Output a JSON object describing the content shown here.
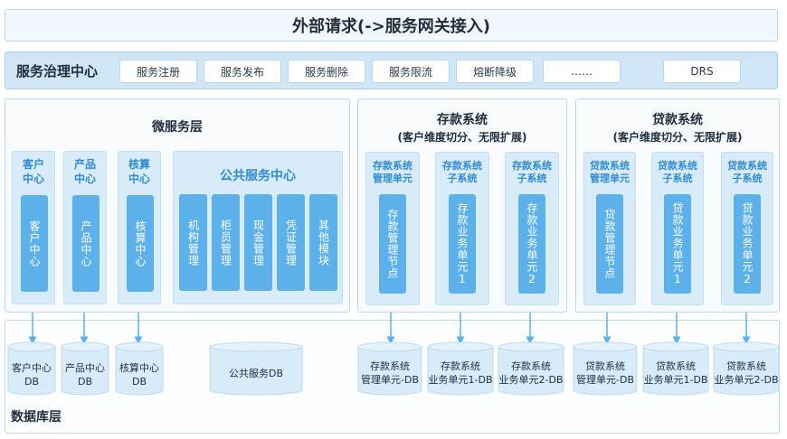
{
  "request_banner": "外部请求(->服务网关接入)",
  "governance": {
    "title": "服务治理中心",
    "items": [
      "服务注册",
      "服务发布",
      "服务删除",
      "服务限流",
      "熔断降级",
      "……",
      "DRS"
    ]
  },
  "microservice": {
    "title": "微服务层",
    "columns": [
      {
        "title": "客户\n中心",
        "bar": "客户中心"
      },
      {
        "title": "产品\n中心",
        "bar": "产品中心"
      },
      {
        "title": "核算\n中心",
        "bar": "核算中心"
      }
    ],
    "public_center": {
      "title": "公共服务中心",
      "modules": [
        "机构管理",
        "柜员管理",
        "现金管理",
        "凭证管理",
        "其他模块"
      ]
    }
  },
  "deposit": {
    "title": "存款系统",
    "subtitle": "(客户维度切分、无限扩展)",
    "columns": [
      {
        "title": "存款系统\n管理单元",
        "bar": "存款管理节点"
      },
      {
        "title": "存款系统\n子系统",
        "bar": "存款业务单元1"
      },
      {
        "title": "存款系统\n子系统",
        "bar": "存款业务单元2"
      }
    ]
  },
  "loan": {
    "title": "贷款系统",
    "subtitle": "(客户维度切分、无限扩展)",
    "columns": [
      {
        "title": "贷款系统\n管理单元",
        "bar": "贷款管理节点"
      },
      {
        "title": "贷款系统\n子系统",
        "bar": "贷款业务单元1"
      },
      {
        "title": "贷款系统\n子系统",
        "bar": "贷款业务单元2"
      }
    ]
  },
  "database": {
    "title": "数据库层",
    "dbs": [
      {
        "line1": "客户中心",
        "line2": "DB"
      },
      {
        "line1": "产品中心",
        "line2": "DB"
      },
      {
        "line1": "核算中心",
        "line2": "DB"
      },
      {
        "line1": "公共服务DB",
        "line2": ""
      },
      {
        "line1": "存款系统",
        "line2": "管理单元-DB"
      },
      {
        "line1": "存款系统",
        "line2": "业务单元1-DB"
      },
      {
        "line1": "存款系统",
        "line2": "业务单元2-DB"
      },
      {
        "line1": "贷款系统",
        "line2": "管理单元-DB"
      },
      {
        "line1": "贷款系统",
        "line2": "业务单元1-DB"
      },
      {
        "line1": "贷款系统",
        "line2": "业务单元2-DB"
      }
    ]
  },
  "colors": {
    "accent": "#5db1ea",
    "accent_text": "#2f8bd3",
    "panel": "#d7ebf9"
  }
}
